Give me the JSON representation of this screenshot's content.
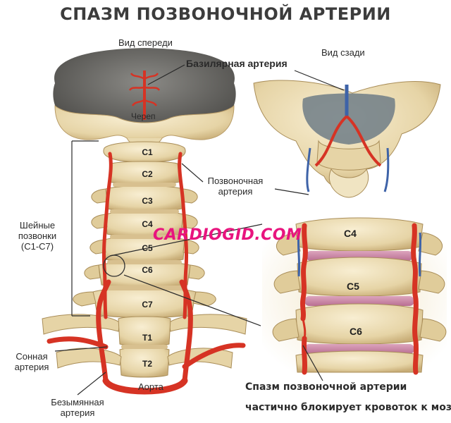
{
  "title": "СПАЗМ ПОЗВОНОЧНОЙ АРТЕРИИ",
  "views": {
    "front": "Вид спереди",
    "back": "Вид сзади"
  },
  "labels": {
    "basilar": "Базилярная артерия",
    "skull": "Череп",
    "vertebral_line1": "Позвоночная",
    "vertebral_line2": "артерия",
    "cervical_line1": "Шейные",
    "cervical_line2": "позвонки",
    "cervical_line3": "(С1-С7)",
    "carotid_line1": "Сонная",
    "carotid_line2": "артерия",
    "aorta": "Аорта",
    "innominate_line1": "Безымянная",
    "innominate_line2": "артерия"
  },
  "vertebrae_front": [
    "С1",
    "С2",
    "С3",
    "С4",
    "С5",
    "С6",
    "С7",
    "Т1",
    "Т2"
  ],
  "vertebrae_zoom": [
    "C4",
    "C5",
    "C6"
  ],
  "watermark": "CARDIOGID.COM",
  "caption": {
    "line1": "Спазм позвоночной артерии",
    "line2": "частично блокирует кровоток к мозгу"
  },
  "colors": {
    "bone": "#eadcb4",
    "bone_shade": "#cdb583",
    "artery": "#d63324",
    "vein": "#3e63a8",
    "disc": "#c98aa8",
    "watermark": "#e8147e"
  }
}
